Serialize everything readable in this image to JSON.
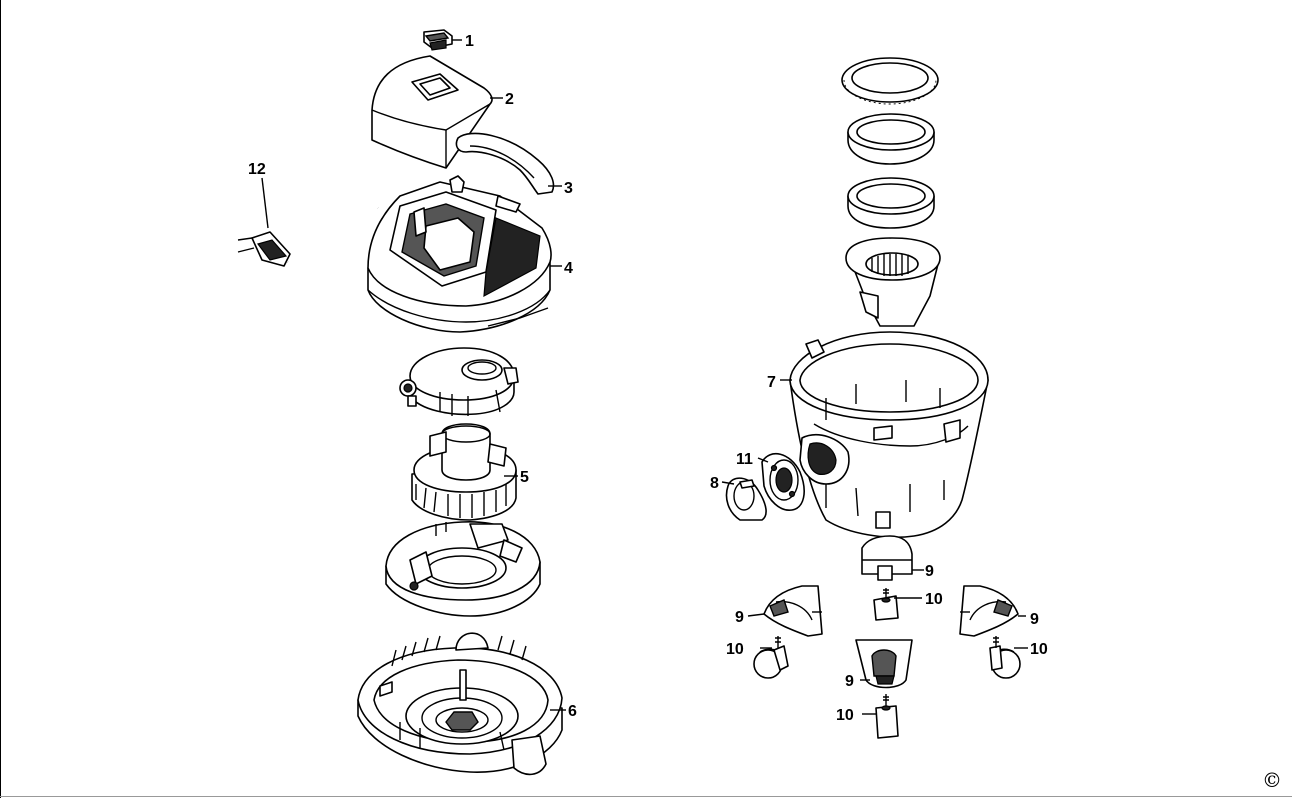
{
  "diagram": {
    "part_numbers": {
      "p1": "1",
      "p2": "2",
      "p3": "3",
      "p4": "4",
      "p5": "5",
      "p6": "6",
      "p7": "7",
      "p8": "8",
      "p9a": "9",
      "p9b": "9",
      "p9c": "9",
      "p9d": "9",
      "p10a": "10",
      "p10b": "10",
      "p10c": "10",
      "p10d": "10",
      "p11": "11",
      "p12": "12"
    },
    "copyright": "©"
  }
}
